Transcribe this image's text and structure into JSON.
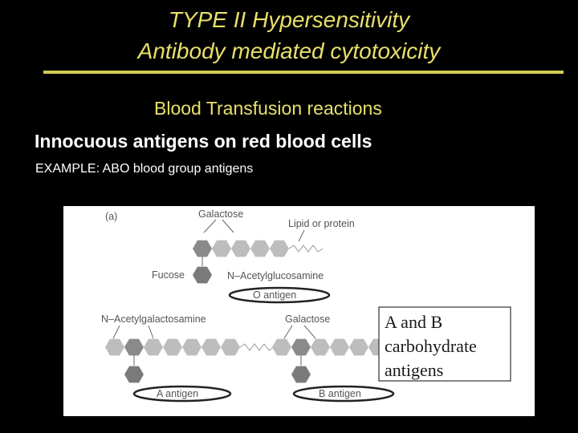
{
  "slide": {
    "title_line1": "TYPE II Hypersensitivity",
    "title_line2": "Antibody mediated cytotoxicity",
    "subtitle": "Blood Transfusion reactions",
    "heading": "Innocuous antigens on red blood cells",
    "example": "EXAMPLE: ABO blood group antigens"
  },
  "figure": {
    "panel_label": "(a)",
    "galactose_top": "Galactose",
    "lipid_or_protein": "Lipid or protein",
    "fucose": "Fucose",
    "n_acetylglucosamine": "N–Acetylglucosamine",
    "o_antigen": "O antigen",
    "n_acetylgalactosamine": "N–Acetylgalactosamine",
    "galactose_b": "Galactose",
    "a_antigen": "A antigen",
    "b_antigen": "B antigen",
    "box_line1": "A and B",
    "box_line2": "carbohydrate",
    "box_line3": "antigens"
  },
  "colors": {
    "title": "#e8e06a",
    "rule": "#d4cc52",
    "hexagon_light": "#bdbdbd",
    "hexagon_dark": "#7a7a7a"
  }
}
